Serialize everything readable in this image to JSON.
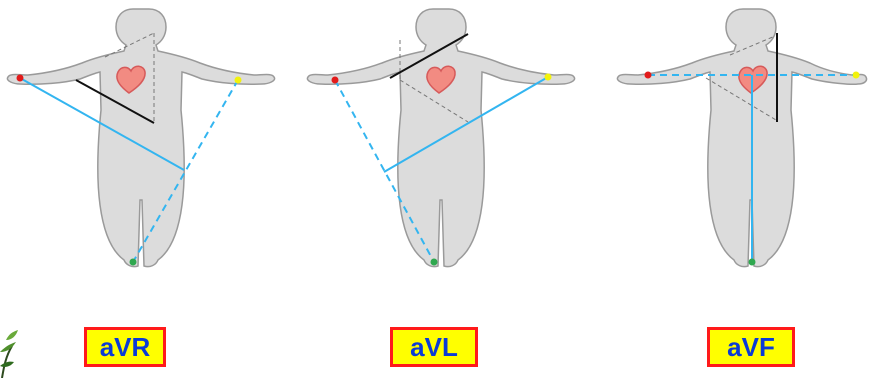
{
  "leads": [
    {
      "id": "avr",
      "label": "aVR"
    },
    {
      "id": "avl",
      "label": "aVL"
    },
    {
      "id": "avf",
      "label": "aVF"
    }
  ],
  "colors": {
    "body_fill": "#dcdcdc",
    "body_stroke": "#9a9a9a",
    "heart_fill": "#f28b82",
    "heart_stroke": "#d65a5a",
    "lead_line": "#33b5f0",
    "axis_line": "#111111",
    "right_arm_electrode": "#e21b1b",
    "left_arm_electrode": "#f2f20c",
    "left_leg_electrode": "#2fa84f",
    "label_background": "#ffff00",
    "label_border": "#ff1a1a",
    "label_text": "#0b3bd6"
  },
  "icons": [
    "human-body-outline",
    "heart-icon",
    "plant-icon"
  ]
}
